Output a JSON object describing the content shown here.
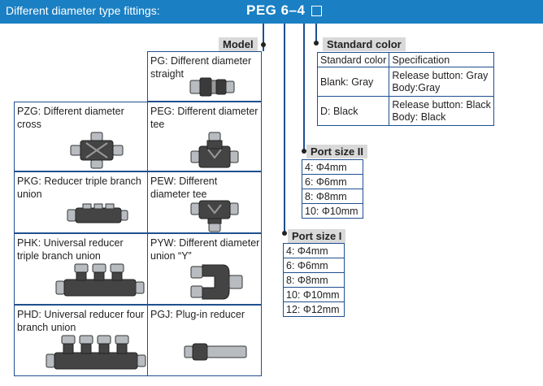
{
  "header": {
    "title": "Different diameter type fittings:",
    "model_code": "PEG 6–4"
  },
  "model": {
    "tag": "Model",
    "items": [
      {
        "label": "PG: Different diameter straight"
      },
      {
        "label": "PZG: Different diameter cross"
      },
      {
        "label": "PEG: Different diameter tee"
      },
      {
        "label": "PKG: Reducer triple branch union"
      },
      {
        "label": "PEW: Different diameter tee"
      },
      {
        "label": "PHK: Universal reducer triple branch union"
      },
      {
        "label": "PYW: Different diameter union “Y”"
      },
      {
        "label": "PHD: Universal reducer four branch union"
      },
      {
        "label": "PGJ: Plug-in reducer"
      }
    ]
  },
  "standard_color": {
    "tag": "Standard color",
    "col1": "Standard color",
    "col2": "Specification",
    "rows": [
      {
        "color": "Blank: Gray",
        "spec1": "Release button: Gray",
        "spec2": "Body:Gray"
      },
      {
        "color": "D: Black",
        "spec1": "Release button: Black",
        "spec2": "Body: Black"
      }
    ]
  },
  "port_size_2": {
    "tag": "Port size II",
    "rows": [
      "4:  Φ4mm",
      "6:  Φ6mm",
      "8:  Φ8mm",
      "10:  Φ10mm"
    ]
  },
  "port_size_1": {
    "tag": "Port size I",
    "rows": [
      "4:  Φ4mm",
      "6:  Φ6mm",
      "8:  Φ8mm",
      "10:  Φ10mm",
      "12:  Φ12mm"
    ]
  },
  "colors": {
    "header_bg": "#1a7fc3",
    "border": "#1f4f8f",
    "tag_bg": "#d9d9d9"
  }
}
